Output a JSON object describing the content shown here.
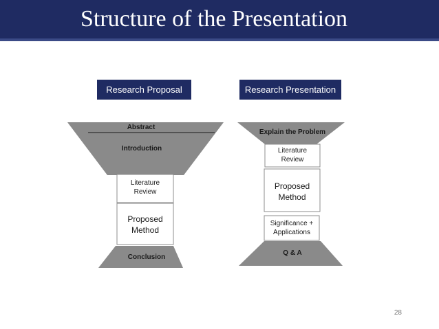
{
  "slide": {
    "title": "Structure of the Presentation",
    "page_number": "28"
  },
  "research_proposal": {
    "heading": "Research Proposal",
    "abstract": "Abstract",
    "introduction": "Introduction",
    "literature_review": [
      "Literature",
      "Review"
    ],
    "proposed_method": [
      "Proposed",
      "Method"
    ],
    "conclusion": "Conclusion"
  },
  "research_presentation": {
    "heading": "Research Presentation",
    "explain_problem": "Explain the Problem",
    "literature_review": [
      "Literature",
      "Review"
    ],
    "proposed_method": [
      "Proposed",
      "Method"
    ],
    "significance": [
      "Significance +",
      "Applications"
    ],
    "qa": "Q & A"
  },
  "colors": {
    "title_bar": "#1f2b62",
    "funnel_gray": "#8a8a8a",
    "box_border": "#8c8c8c",
    "box_fill": "#ffffff"
  }
}
